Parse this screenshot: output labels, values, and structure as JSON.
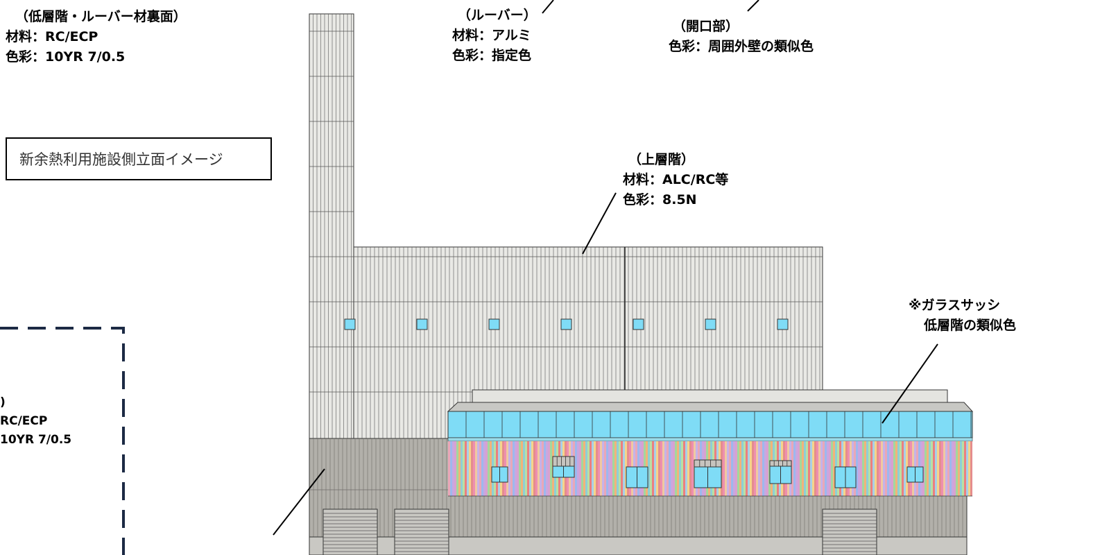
{
  "title": "新余熱利用施設側立面イメージ",
  "callouts": {
    "lower_louver_back": {
      "heading": "（低層階・ルーバー材裏面）",
      "material": "材料：RC/ECP",
      "color": "色彩：10YR 7/0.5"
    },
    "louver": {
      "heading": "（ルーバー）",
      "material": "材料：アルミ",
      "color": "色彩：指定色"
    },
    "opening": {
      "heading": "（開口部）",
      "color": "色彩：周囲外壁の類似色"
    },
    "upper_floor": {
      "heading": "（上層階）",
      "material": "材料：ALC/RC等",
      "color": "色彩：8.5N"
    },
    "glass_sash": {
      "line1": "※ガラスサッシ",
      "line2": "低層階の類似色"
    },
    "lower_cut": {
      "line1": ")",
      "line2": "RC/ECP",
      "line3": "10YR 7/0.5"
    }
  },
  "colors": {
    "upper_wall": "#e9e9e5",
    "lower_wall": "#b2b0aa",
    "window": "#7fdcf6",
    "roof": "#e4e4e0",
    "dashed_box": "#1c2a44"
  }
}
